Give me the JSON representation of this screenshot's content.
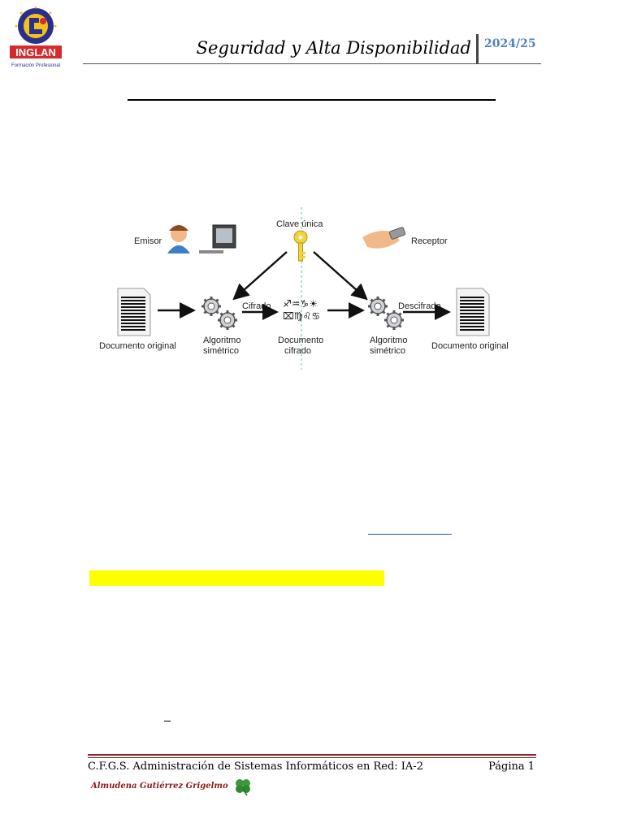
{
  "header": {
    "logo_text": "INGLAN",
    "logo_subtext": "Formación Profesional",
    "title": "Seguridad y Alta Disponibilidad",
    "year": "2024/25"
  },
  "diagram": {
    "key_label": "Clave única",
    "sender_label": "Emisor",
    "receiver_label": "Receptor",
    "encrypt_label": "Cifrado",
    "decrypt_label": "Descifrado",
    "cipher_glyphs_line1": "♐♒♑☀",
    "cipher_glyphs_line2": "⌧♍♌♋",
    "left_doc_label": "Documento original",
    "left_algo_label_1": "Algoritmo",
    "left_algo_label_2": "simétrico",
    "cipher_doc_label_1": "Documento",
    "cipher_doc_label_2": "cifrado",
    "right_algo_label_1": "Algoritmo",
    "right_algo_label_2": "simétrico",
    "right_doc_label": "Documento original"
  },
  "footer": {
    "course": "C.F.G.S. Administración de Sistemas Informáticos en Red: IA-2",
    "page": "Página 1",
    "author": "Almudena Gutiérrez Grigelmo"
  },
  "colors": {
    "accent_blue": "#4f81bd",
    "footer_rule": "#8b2323",
    "highlight": "#ffff00",
    "key_yellow": "#f2d43a"
  }
}
